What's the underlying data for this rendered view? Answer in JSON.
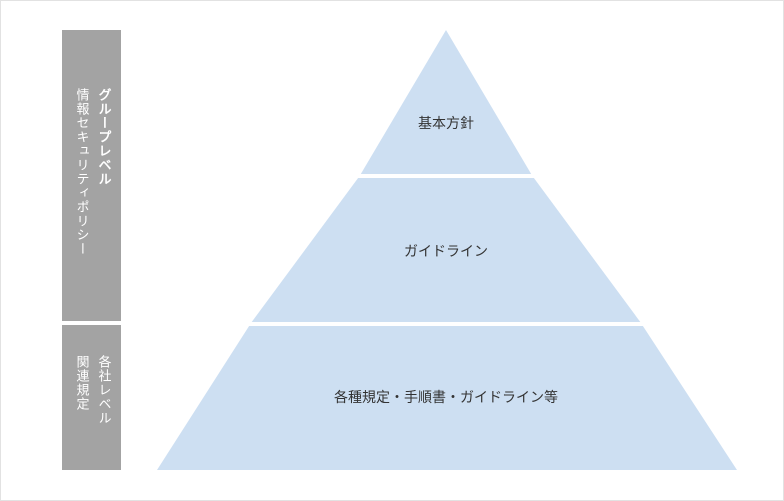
{
  "colors": {
    "layer_fill": "#cddff2",
    "side_box_fill": "#a3a3a3",
    "side_text": "#ffffff",
    "layer_text": "#333333",
    "frame_border": "#e2e2e2"
  },
  "side_labels": {
    "group": {
      "level": "グループレベル",
      "name": "情報セキュリティポリシー"
    },
    "company": {
      "level": "各社レベル",
      "name": "関連規定"
    }
  },
  "pyramid": {
    "layers": [
      {
        "label": "基本方針"
      },
      {
        "label": "ガイドライン"
      },
      {
        "label": "各種規定・手順書・ガイドライン等"
      }
    ]
  }
}
